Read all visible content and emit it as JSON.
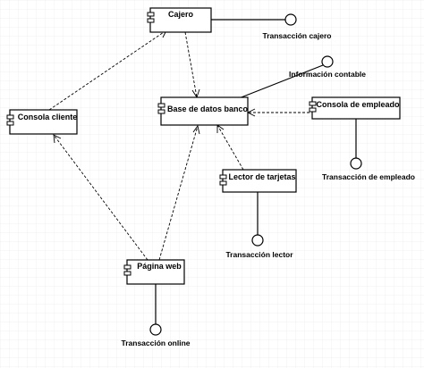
{
  "components": {
    "cajero": "Cajero",
    "base_datos": "Base de datos banco",
    "consola_cliente": "Consola cliente",
    "consola_empleado": "Consola de empleado",
    "lector_tarjetas": "Lector de tarjetas",
    "pagina_web": "Página web"
  },
  "interfaces": {
    "transaccion_cajero": "Transacción cajero",
    "informacion_contable": "Información contable",
    "transaccion_empleado": "Transacción de empleado",
    "transaccion_lector": "Transacción lector",
    "transaccion_online": "Transacción online"
  },
  "colors": {
    "background": "#ffffff",
    "grid": "#e6e6e6",
    "stroke": "#000000"
  }
}
